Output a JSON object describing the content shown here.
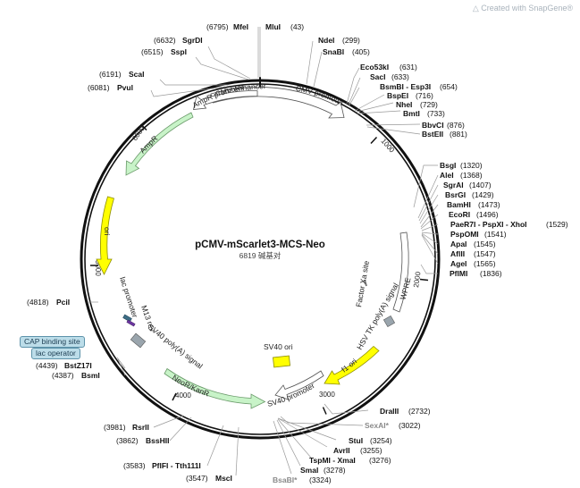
{
  "watermark": {
    "icon": "snapgene-logo-icon",
    "text": "Created with SnapGene®"
  },
  "plasmid": {
    "name": "pCMV-mScarlet3-MCS-Neo",
    "length_label": "6819 碱基对",
    "length_bp": 6819
  },
  "ticks": [
    "1000",
    "2000",
    "3000",
    "4000",
    "5000",
    "6000"
  ],
  "sites": [
    {
      "name": "MluI",
      "pos": "(43)"
    },
    {
      "name": "MfeI",
      "pos": "(6795)"
    },
    {
      "name": "SgrDI",
      "pos": "(6632)"
    },
    {
      "name": "SspI",
      "pos": "(6515)"
    },
    {
      "name": "ScaI",
      "pos": "(6191)"
    },
    {
      "name": "PvuI",
      "pos": "(6081)"
    },
    {
      "name": "NdeI",
      "pos": "(299)"
    },
    {
      "name": "SnaBI",
      "pos": "(405)"
    },
    {
      "name": "Eco53kI",
      "pos": "(631)"
    },
    {
      "name": "SacI",
      "pos": "(633)"
    },
    {
      "name": "BsmBI - Esp3I",
      "pos": "(654)"
    },
    {
      "name": "BspEI",
      "pos": "(716)"
    },
    {
      "name": "NheI",
      "pos": "(729)"
    },
    {
      "name": "BmtI",
      "pos": "(733)"
    },
    {
      "name": "BbvCI",
      "pos": "(876)"
    },
    {
      "name": "BstEII",
      "pos": "(881)"
    },
    {
      "name": "BsgI",
      "pos": "(1320)"
    },
    {
      "name": "AleI",
      "pos": "(1368)"
    },
    {
      "name": "SgrAI",
      "pos": "(1407)"
    },
    {
      "name": "BsrGI",
      "pos": "(1429)"
    },
    {
      "name": "BamHI",
      "pos": "(1473)"
    },
    {
      "name": "EcoRI",
      "pos": "(1496)"
    },
    {
      "name": "PaeR7I - PspXI - XhoI",
      "pos": "(1529)"
    },
    {
      "name": "PspOMI",
      "pos": "(1541)"
    },
    {
      "name": "ApaI",
      "pos": "(1545)"
    },
    {
      "name": "AflII",
      "pos": "(1547)"
    },
    {
      "name": "AgeI",
      "pos": "(1565)"
    },
    {
      "name": "PflMI",
      "pos": "(1836)"
    },
    {
      "name": "DraIII",
      "pos": "(2732)"
    },
    {
      "name": "SexAI*",
      "pos": "(3022)"
    },
    {
      "name": "StuI",
      "pos": "(3254)"
    },
    {
      "name": "AvrII",
      "pos": "(3255)"
    },
    {
      "name": "TspMI - XmaI",
      "pos": "(3276)"
    },
    {
      "name": "SmaI",
      "pos": "(3278)"
    },
    {
      "name": "BsaBI*",
      "pos": "(3324)"
    },
    {
      "name": "MscI",
      "pos": "(3547)"
    },
    {
      "name": "PflFI - Tth111I",
      "pos": "(3583)"
    },
    {
      "name": "BssHII",
      "pos": "(3862)"
    },
    {
      "name": "RsrII",
      "pos": "(3981)"
    },
    {
      "name": "BsmI",
      "pos": "(4387)"
    },
    {
      "name": "BstZ17I",
      "pos": "(4439)"
    },
    {
      "name": "PciI",
      "pos": "(4818)"
    }
  ],
  "features": [
    {
      "label": "CMV enhancer"
    },
    {
      "label": "CMV promoter"
    },
    {
      "label": "AmpR promoter"
    },
    {
      "label": "AmpR"
    },
    {
      "label": "ori"
    },
    {
      "label": "WPRE"
    },
    {
      "label": "Factor Xa site"
    },
    {
      "label": "HSV TK poly(A) signal"
    },
    {
      "label": "f1 ori"
    },
    {
      "label": "SV40 ori"
    },
    {
      "label": "SV40 promoter"
    },
    {
      "label": "NeoR/KanR"
    },
    {
      "label": "SV40 poly(A) signal"
    },
    {
      "label": "lac promoter"
    },
    {
      "label": "M13 rev"
    }
  ],
  "tags": [
    {
      "label": "CAP binding site"
    },
    {
      "label": "lac operator"
    }
  ],
  "colors": {
    "feature_fill": "#c8f3c8",
    "feature_stroke": "#6a9a6a",
    "ori_fill": "#ffff00",
    "tag_fill": "#bcdde9",
    "gray_feature": "#9aa5ad"
  }
}
